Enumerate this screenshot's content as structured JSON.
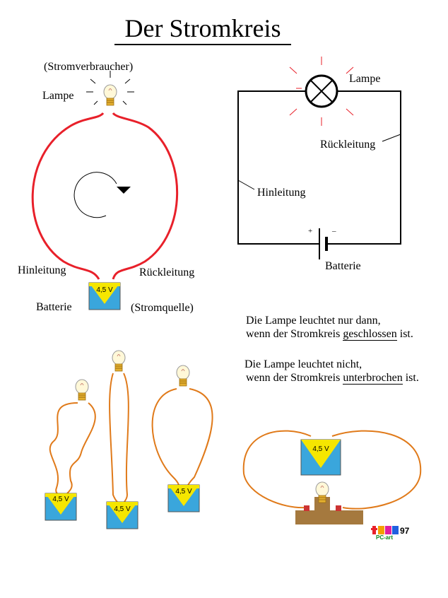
{
  "title": "Der Stromkreis",
  "left_diagram": {
    "consumer": "(Stromverbraucher)",
    "lamp": "Lampe",
    "feed": "Hinleitung",
    "return": "Rückleitung",
    "battery": "Batterie",
    "source": "(Stromquelle)",
    "voltage": "4,5 V"
  },
  "right_diagram": {
    "lamp": "Lampe",
    "return": "Rückleitung",
    "feed": "Hinleitung",
    "battery": "Batterie",
    "plus": "+",
    "minus": "–"
  },
  "statements": [
    {
      "line1": "Die Lampe leuchtet nur dann,",
      "pre": "wenn der Stromkreis ",
      "key": "geschlossen",
      "post": " ist."
    },
    {
      "line1": "Die Lampe leuchtet nicht,",
      "pre": "wenn der Stromkreis ",
      "key": "unterbrochen",
      "post": " ist."
    }
  ],
  "battery_label": "4,5 V",
  "logo": {
    "top": "97",
    "bottom": "PC-art"
  },
  "colors": {
    "wire_red": "#e8202a",
    "wire_orange": "#e07a1a",
    "battery_blue": "#3aa6dc",
    "battery_yellow": "#f5e600"
  }
}
